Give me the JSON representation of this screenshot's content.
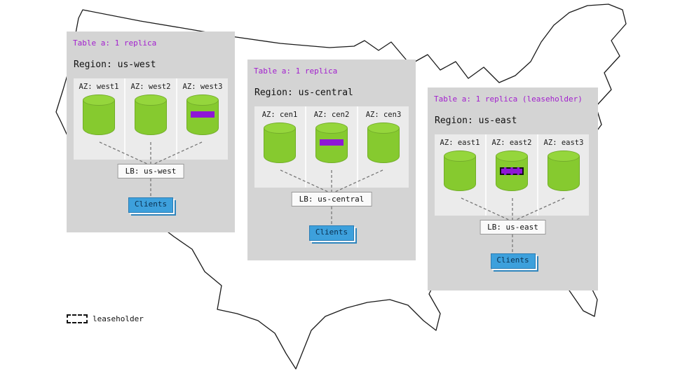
{
  "legend": {
    "label": "leaseholder"
  },
  "colors": {
    "accent_purple": "#a21fce",
    "replica_green": "#86ca2f",
    "band_purple": "#8e17d6",
    "clients_blue": "#3da0dc",
    "panel_gray": "#d4d4d4"
  },
  "regions": [
    {
      "table_label": "Table a: 1 replica",
      "region_label": "Region: us-west",
      "azs": [
        {
          "label": "AZ: west1",
          "band": "none"
        },
        {
          "label": "AZ: west2",
          "band": "none"
        },
        {
          "label": "AZ: west3",
          "band": "replica"
        }
      ],
      "lb_label": "LB: us-west",
      "clients_label": "Clients"
    },
    {
      "table_label": "Table a: 1 replica",
      "region_label": "Region: us-central",
      "azs": [
        {
          "label": "AZ: cen1",
          "band": "none"
        },
        {
          "label": "AZ: cen2",
          "band": "replica"
        },
        {
          "label": "AZ: cen3",
          "band": "none"
        }
      ],
      "lb_label": "LB: us-central",
      "clients_label": "Clients"
    },
    {
      "table_label": "Table a: 1 replica (leaseholder)",
      "region_label": "Region: us-east",
      "azs": [
        {
          "label": "AZ: east1",
          "band": "none"
        },
        {
          "label": "AZ: east2",
          "band": "leaseholder"
        },
        {
          "label": "AZ: east3",
          "band": "none"
        }
      ],
      "lb_label": "LB: us-east",
      "clients_label": "Clients"
    }
  ]
}
